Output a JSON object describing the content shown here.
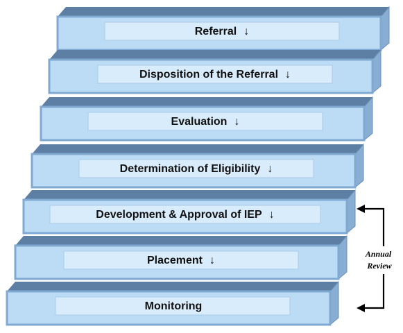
{
  "steps": [
    {
      "label": "Referral",
      "arrow": "↓"
    },
    {
      "label": "Disposition of the Referral",
      "arrow": "↓"
    },
    {
      "label": "Evaluation",
      "arrow": "↓"
    },
    {
      "label": "Determination of Eligibility",
      "arrow": "↓"
    },
    {
      "label": "Development & Approval of IEP",
      "arrow": "↓"
    },
    {
      "label": "Placement",
      "arrow": "↓"
    },
    {
      "label": "Monitoring",
      "arrow": ""
    }
  ],
  "annual_review": {
    "line1": "Annual",
    "line2": "Review"
  },
  "colors": {
    "top_face": "#5c7fa3",
    "front_face": "#bcdcf5",
    "front_border": "#7fa9d1",
    "side_face": "#88aed4",
    "bottom_shadow": "#6d8fb4",
    "label_box": "#d9ecfb",
    "label_box_border": "#a9cbe9"
  }
}
